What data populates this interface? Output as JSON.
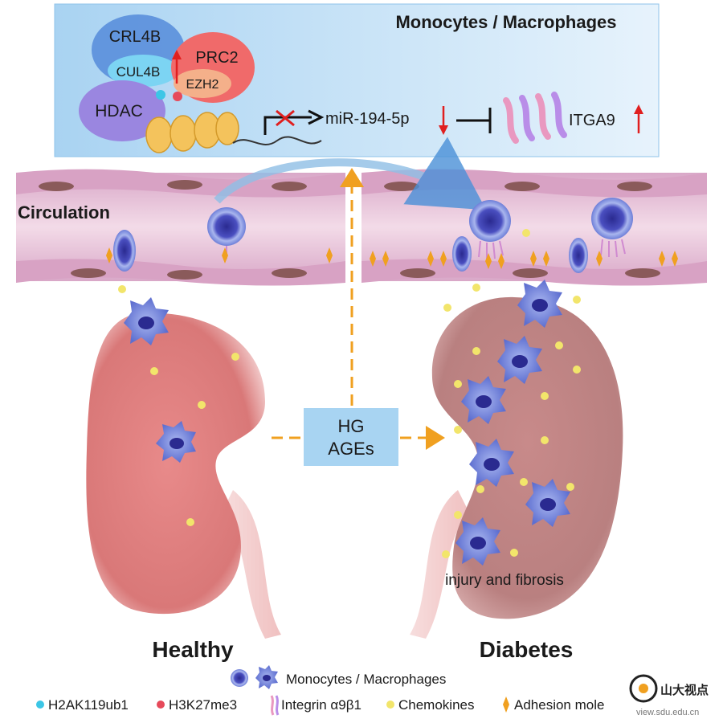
{
  "header": {
    "title": "Monocytes / Macrophages",
    "complexes": {
      "crl4b": "CRL4B",
      "cul4b": "CUL4B",
      "prc2": "PRC2",
      "ezh2": "EZH2",
      "hdac": "HDAC"
    },
    "pathway": {
      "mirna": "miR-194-5p",
      "target": "ITGA9"
    }
  },
  "vessel": {
    "circulation_label": "Circulation"
  },
  "center": {
    "line1": "HG",
    "line2": "AGEs"
  },
  "kidneys": {
    "healthy_label": "Healthy",
    "diabetes_label": "Diabetes",
    "injury_label": "injury and fibrosis"
  },
  "legend": {
    "monocytes": "Monocytes / Macrophages",
    "h2ak": "H2AK119ub1",
    "h3k": "H3K27me3",
    "integrin": "Integrin α9β1",
    "chemokines": "Chemokines",
    "adhesion": "Adhesion mole"
  },
  "watermark": {
    "brand": "山大视点",
    "url": "view.sdu.edu.cn"
  },
  "colors": {
    "header_bg": "#bfe0f7",
    "crl4b": "#5b8fdc",
    "prc2": "#f06a6a",
    "hdac": "#9a86e0",
    "up_arrow": "#e01f1f",
    "cell_blue": "#3a3fb0",
    "chemokine": "#f2e56b",
    "adhesion": "#f0a020",
    "dash": "#f0a020"
  }
}
